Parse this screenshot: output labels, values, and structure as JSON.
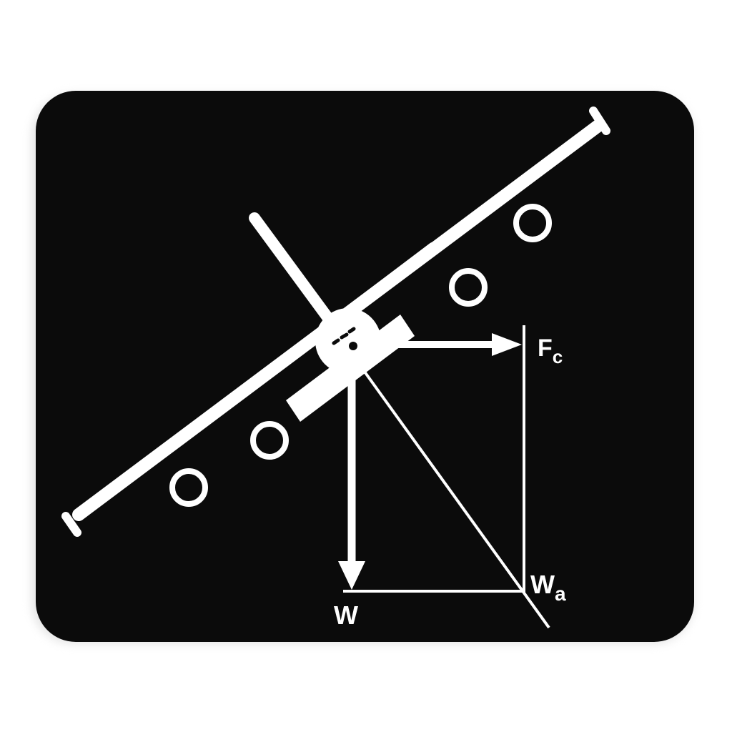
{
  "product": {
    "type": "mousepad",
    "background_color": "#0b0b0b",
    "print_color": "#ffffff"
  },
  "diagram": {
    "subject": "banked aircraft force diagram",
    "labels": {
      "centripetal_force": "F",
      "centripetal_force_sub": "c",
      "weight": "W",
      "apparent_weight": "W",
      "apparent_weight_sub": "a"
    },
    "vectors": [
      {
        "name": "centripetal-force",
        "direction": "right"
      },
      {
        "name": "weight",
        "direction": "down"
      },
      {
        "name": "apparent-weight",
        "direction": "diagonal-down-right"
      }
    ],
    "aircraft": {
      "engines": 4,
      "bank_direction": "left-wing-down"
    }
  }
}
